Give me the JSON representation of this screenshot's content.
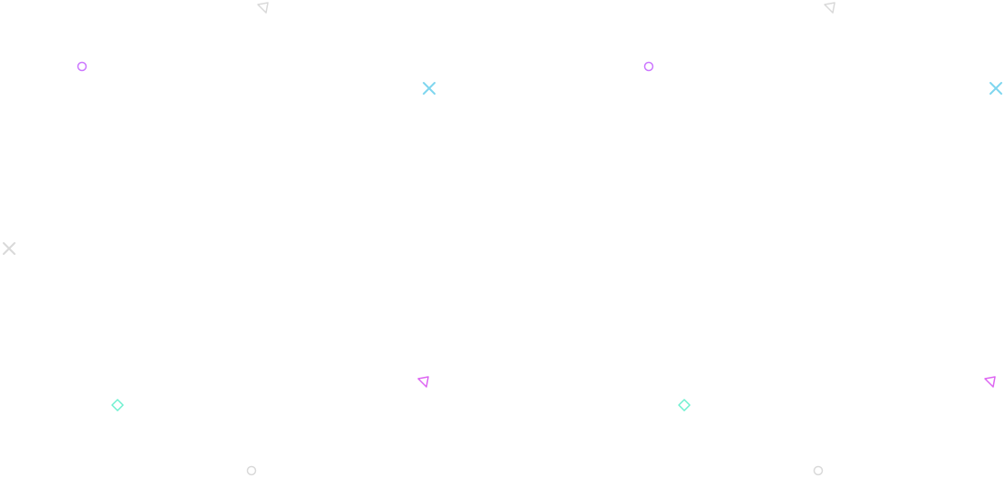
{
  "background": "#ffffff",
  "colors": {
    "gray": "#d9d9d9",
    "purple": "#cc77ff",
    "cyan": "#7fd6ef",
    "magenta": "#dd66f2",
    "teal": "#6ff0d0"
  },
  "shapes": [
    {
      "kind": "triangle",
      "icon": "triangle-outline-icon",
      "color": "gray"
    },
    {
      "kind": "circle",
      "icon": "circle-outline-icon",
      "color": "purple"
    },
    {
      "kind": "cross",
      "icon": "cross-icon",
      "color": "cyan"
    },
    {
      "kind": "cross",
      "icon": "cross-icon",
      "color": "gray"
    },
    {
      "kind": "triangle",
      "icon": "triangle-outline-icon",
      "color": "magenta"
    },
    {
      "kind": "diamond",
      "icon": "diamond-outline-icon",
      "color": "teal"
    },
    {
      "kind": "circle",
      "icon": "circle-outline-icon",
      "color": "gray"
    }
  ]
}
